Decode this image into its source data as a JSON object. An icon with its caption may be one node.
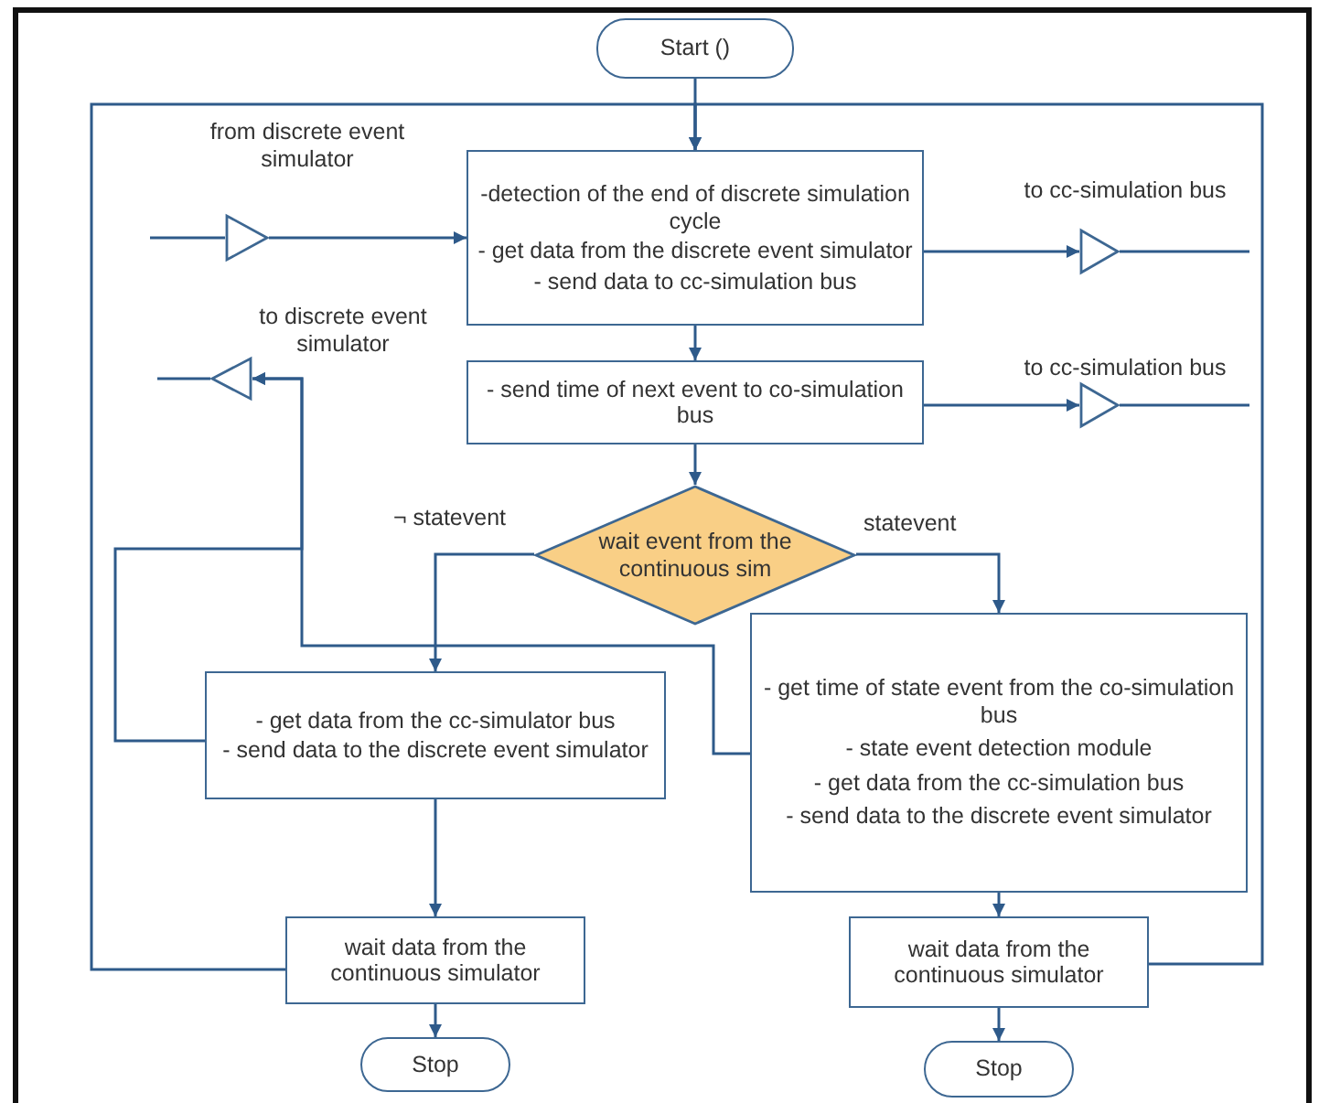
{
  "diagram": {
    "nodes": [
      {
        "text": [
          "Start ()"
        ]
      },
      {
        "text": [
          "-detection of the end of discrete simulation cycle",
          "- get data from the discrete event simulator",
          "- send data to cc-simulation bus"
        ]
      },
      {
        "text": [
          "- send time of next event to co-simulation bus"
        ]
      },
      {
        "text": [
          "wait event from the continuous sim"
        ]
      },
      {
        "text": [
          "- get data from the cc-simulator bus",
          "- send data to the discrete event simulator"
        ]
      },
      {
        "text": [
          "- get time of state event from the co-simulation bus",
          "- state event detection module",
          "- get data from the cc-simulation bus",
          "- send data to the discrete event simulator"
        ]
      },
      {
        "text": [
          "wait data from the continuous simulator"
        ]
      },
      {
        "text": [
          "wait data from the continuous simulator"
        ]
      },
      {
        "text": [
          "Stop"
        ]
      },
      {
        "text": [
          "Stop"
        ]
      },
      {
        "text": [],
        "shape": "triangle",
        "beside": [
          "from discrete event simulator"
        ]
      },
      {
        "text": [],
        "shape": "triangle",
        "beside": [
          "to cc-simulation bus"
        ]
      },
      {
        "text": [],
        "shape": "triangle",
        "beside": [
          "to discrete event simulator"
        ]
      },
      {
        "text": [],
        "shape": "triangle",
        "beside": [
          "to cc-simulation bus"
        ]
      }
    ],
    "edges": [
      {
        "from": 0,
        "to": 1,
        "arrow": "to"
      },
      {
        "from": 6,
        "to": 1,
        "arrow": "to"
      },
      {
        "from": 7,
        "to": 1,
        "arrow": "to"
      },
      {
        "from": 1,
        "to": 2,
        "arrow": "to"
      },
      {
        "from": 2,
        "to": 3,
        "arrow": "to"
      },
      {
        "from": 3,
        "to": 4,
        "arrow": "to",
        "label": "¬ statevent"
      },
      {
        "from": 3,
        "to": 5,
        "arrow": "to",
        "label": "statevent"
      },
      {
        "from": 4,
        "to": 6,
        "arrow": "to"
      },
      {
        "from": 5,
        "to": 7,
        "arrow": "to"
      },
      {
        "from": 6,
        "to": 8,
        "arrow": "to"
      },
      {
        "from": 7,
        "to": 9,
        "arrow": "to"
      },
      {
        "from": null,
        "to": 10,
        "arrow": "none"
      },
      {
        "from": 10,
        "to": 1,
        "arrow": "to"
      },
      {
        "from": 1,
        "to": 11,
        "arrow": "to"
      },
      {
        "from": 11,
        "to": null,
        "arrow": "none"
      },
      {
        "from": 2,
        "to": 13,
        "arrow": "to"
      },
      {
        "from": 13,
        "to": null,
        "arrow": "none"
      },
      {
        "from": 12,
        "to": null,
        "arrow": "none"
      },
      {
        "from": 5,
        "to": 12,
        "arrow": "to"
      },
      {
        "from": 4,
        "to": 12,
        "arrow": "to"
      }
    ]
  }
}
